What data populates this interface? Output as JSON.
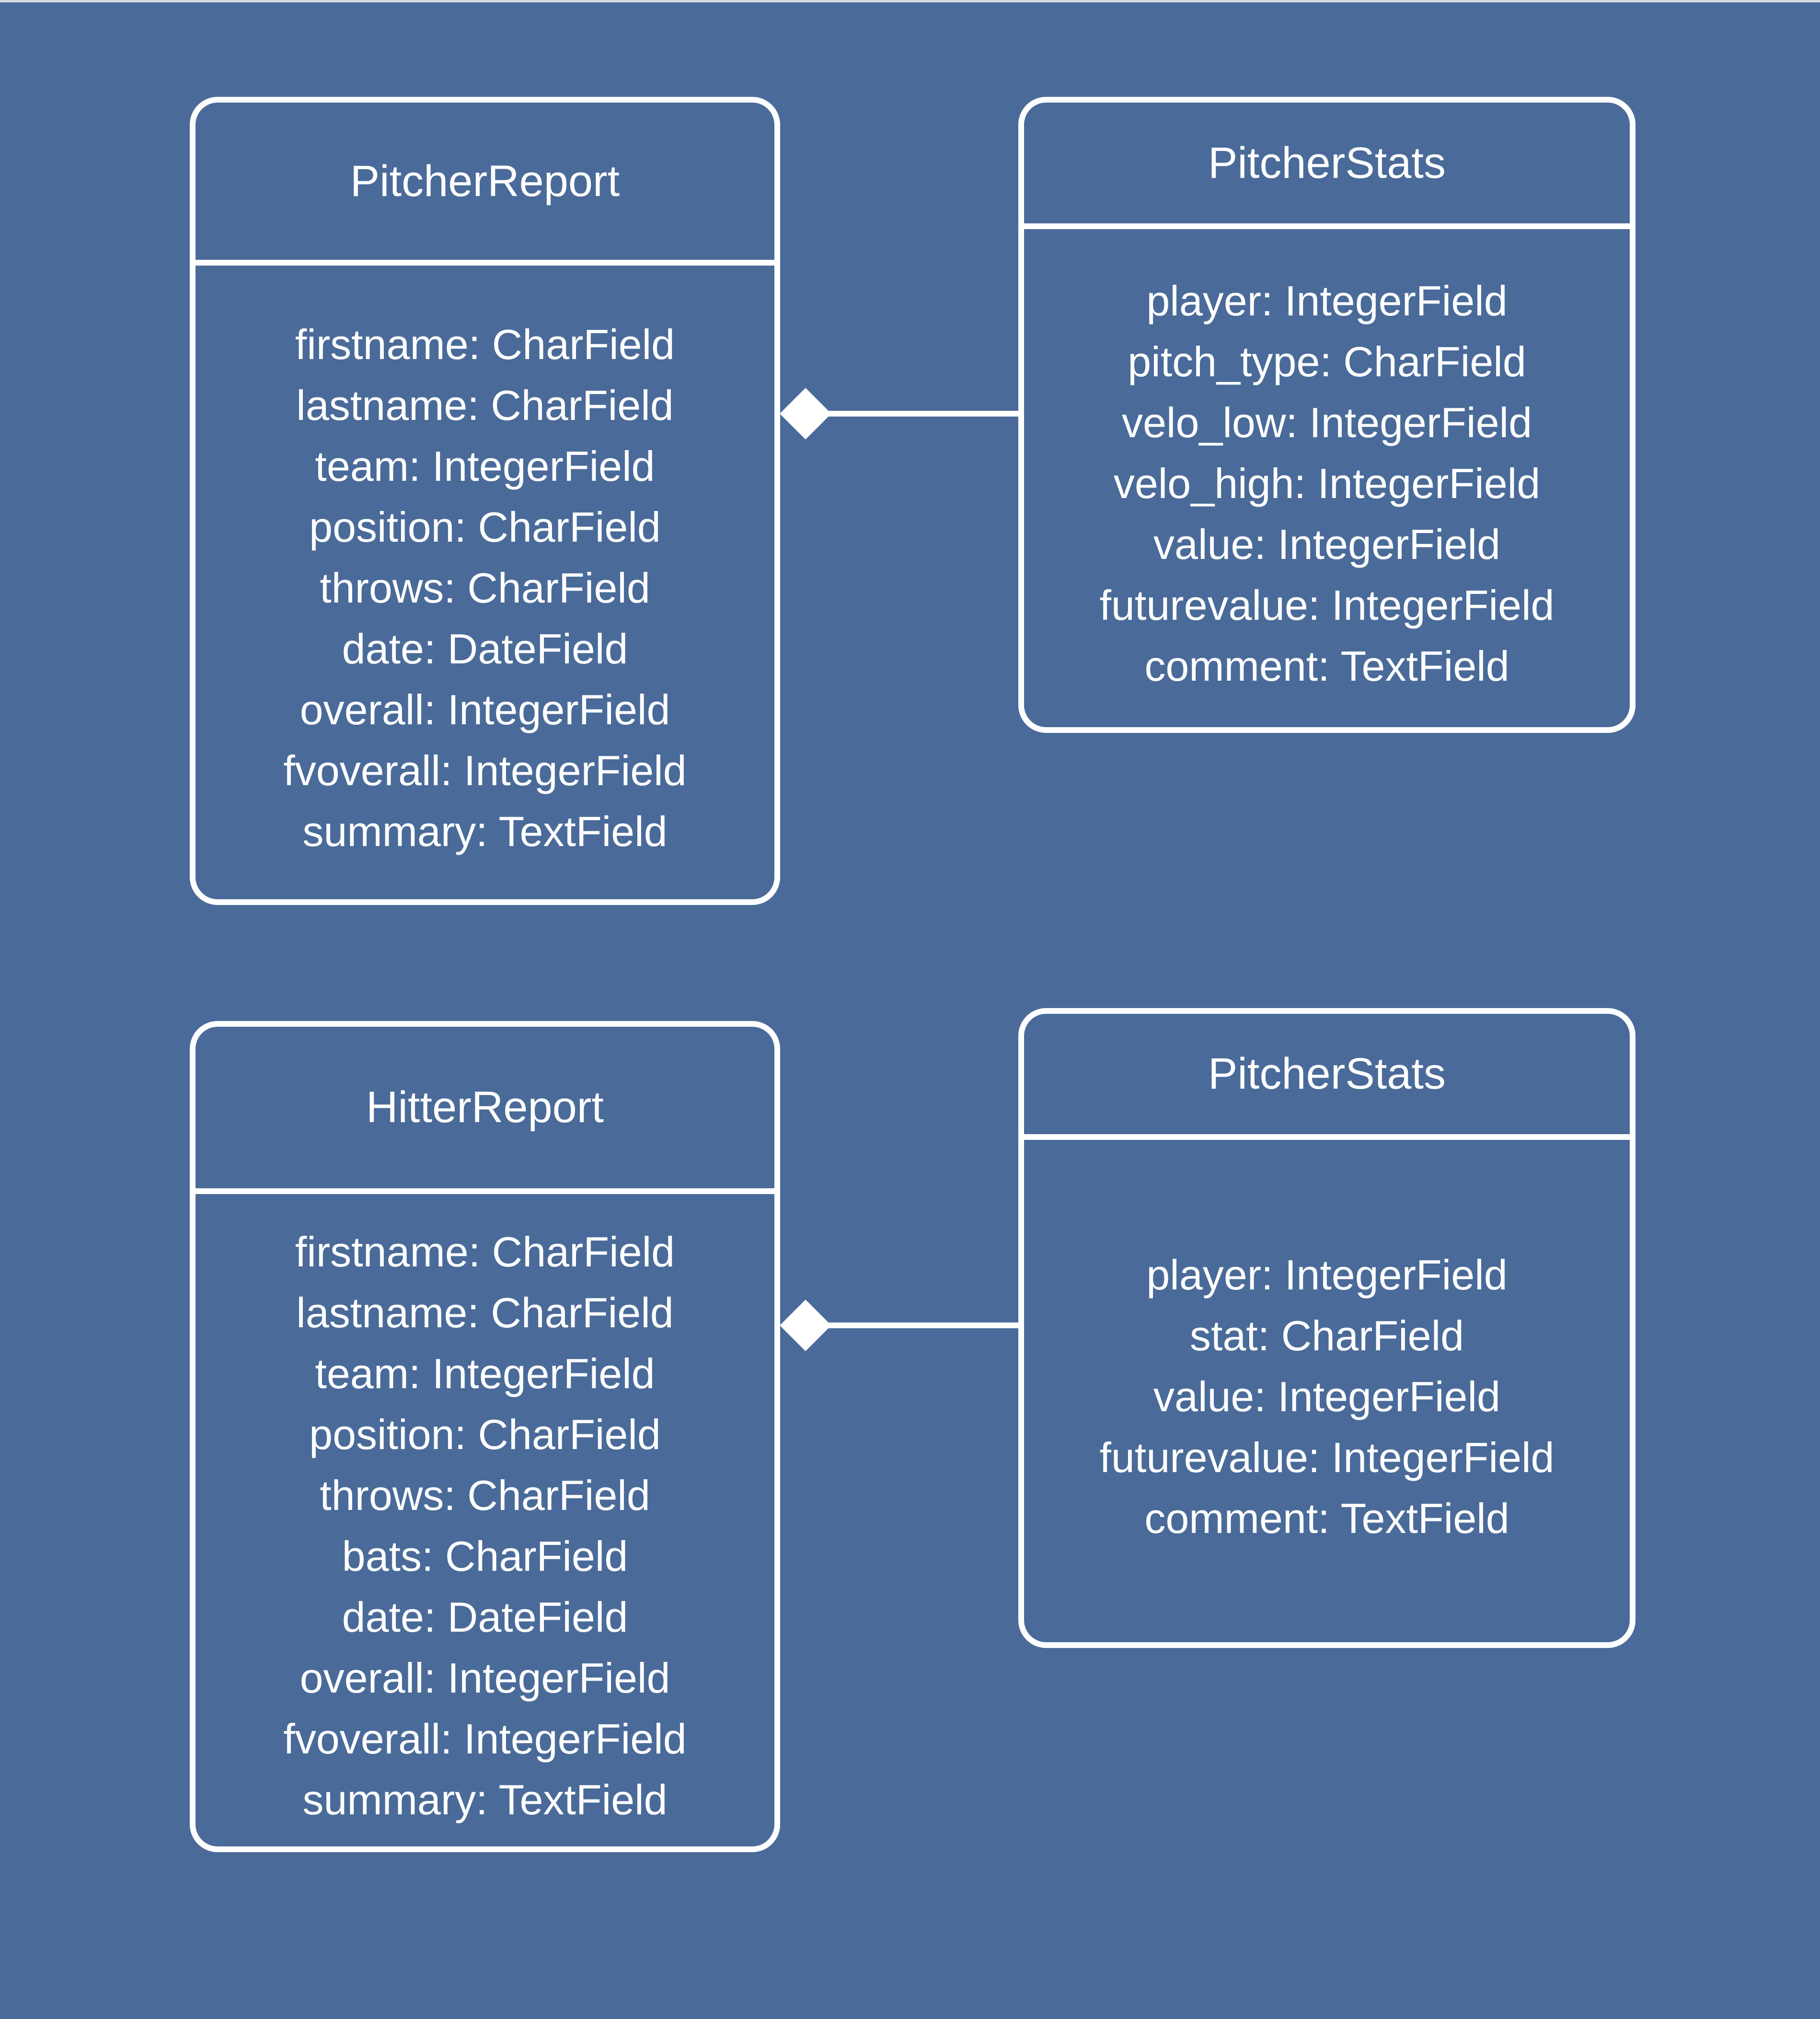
{
  "canvas": {
    "background_color": "#4A6B99",
    "stroke_color": "#FFFFFF",
    "top_strip_color": "#D6D9DF"
  },
  "entities": [
    {
      "id": "pitcher-report",
      "title": "PitcherReport",
      "fields": [
        "firstname: CharField",
        "lastname: CharField",
        "team: IntegerField",
        "position: CharField",
        "throws: CharField",
        "date: DateField",
        "overall: IntegerField",
        "fvoverall: IntegerField",
        "summary: TextField"
      ]
    },
    {
      "id": "pitcher-stats-top",
      "title": "PitcherStats",
      "fields": [
        "player: IntegerField",
        "pitch_type: CharField",
        "velo_low: IntegerField",
        "velo_high: IntegerField",
        "value: IntegerField",
        "futurevalue: IntegerField",
        "comment: TextField"
      ]
    },
    {
      "id": "hitter-report",
      "title": "HitterReport",
      "fields": [
        "firstname: CharField",
        "lastname: CharField",
        "team: IntegerField",
        "position: CharField",
        "throws: CharField",
        "bats: CharField",
        "date: DateField",
        "overall: IntegerField",
        "fvoverall: IntegerField",
        "summary: TextField"
      ]
    },
    {
      "id": "hitter-stats",
      "title": "PitcherStats",
      "fields": [
        "player: IntegerField",
        "stat: CharField",
        "value: IntegerField",
        "futurevalue: IntegerField",
        "comment: TextField"
      ]
    }
  ],
  "relations": [
    {
      "from": "PitcherReport",
      "to": "PitcherStats",
      "style": "aggregation-diamond"
    },
    {
      "from": "HitterReport",
      "to": "PitcherStats",
      "style": "aggregation-diamond"
    }
  ]
}
